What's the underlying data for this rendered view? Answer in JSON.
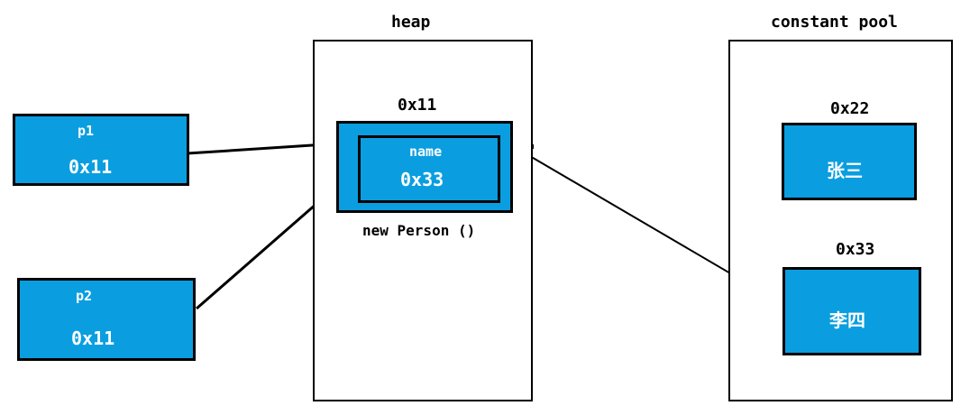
{
  "heap": {
    "title": "heap",
    "object_address": "0x11",
    "object_caption": "new Person ()",
    "field_name": "name",
    "field_value": "0x33"
  },
  "constant_pool": {
    "title": "constant pool",
    "entries": [
      {
        "address": "0x22",
        "value": "张三"
      },
      {
        "address": "0x33",
        "value": "李四"
      }
    ]
  },
  "references": [
    {
      "name": "p1",
      "value": "0x11"
    },
    {
      "name": "p2",
      "value": "0x11"
    }
  ],
  "colors": {
    "box_fill": "#0a9ee0",
    "border": "#000000",
    "box_text": "#ffffff"
  }
}
